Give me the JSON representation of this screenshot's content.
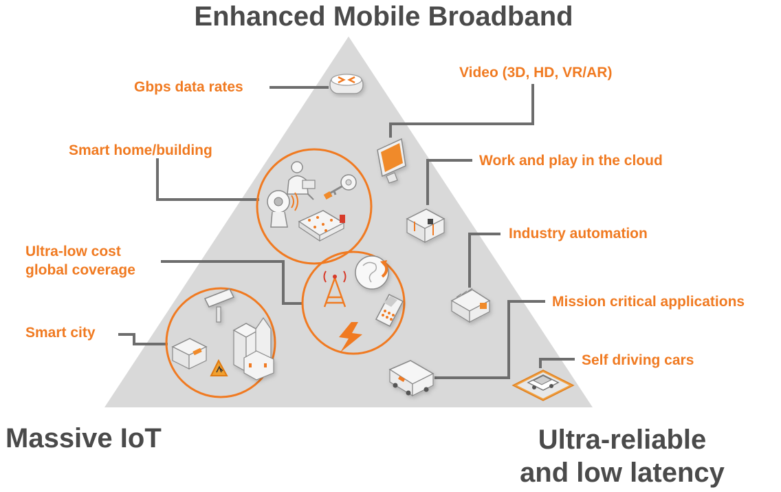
{
  "corners": {
    "top": "Enhanced Mobile Broadband",
    "bottom_left": "Massive IoT",
    "bottom_right": [
      "Ultra-reliable",
      "and low latency"
    ]
  },
  "labels": {
    "gbps": "Gbps data rates",
    "video": "Video (3D, HD, VR/AR)",
    "smart_home": "Smart home/building",
    "work_play": "Work and play in the cloud",
    "industry": "Industry automation",
    "ultra_low": [
      "Ultra-low cost",
      "global coverage"
    ],
    "smart_city": "Smart city",
    "mission": "Mission critical applications",
    "self_driving": "Self driving cars"
  },
  "colors": {
    "accent": "#f07a21",
    "triangle": "#d9d9d9",
    "connector": "#6d6d6d",
    "heading": "#4a4a4a"
  },
  "icons": [
    "router-icon",
    "monitor-icon",
    "person-icon",
    "key-icon",
    "webcam-icon",
    "bed-icon",
    "office-icon",
    "factory-icon",
    "ambulance-icon",
    "car-icon",
    "cell-tower-icon",
    "globe-icon",
    "phone-icon",
    "lightning-icon",
    "security-camera-icon",
    "building-icon",
    "school-sign-icon",
    "church-icon"
  ]
}
